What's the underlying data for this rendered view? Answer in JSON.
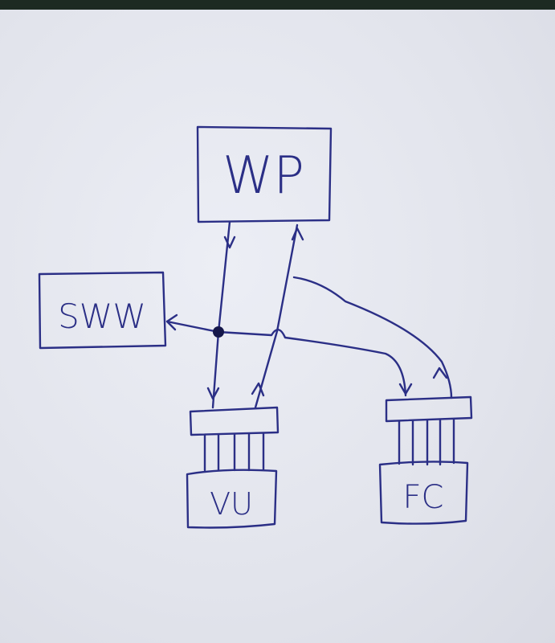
{
  "diagram": {
    "nodes": {
      "wp": {
        "label": "WP"
      },
      "sww": {
        "label": "SWW"
      },
      "vu": {
        "label": "VU"
      },
      "fc": {
        "label": "FC"
      }
    },
    "ink_color": "#2b2f86",
    "edges": [
      {
        "from": "WP",
        "to": "VU",
        "direction": "down"
      },
      {
        "from": "VU",
        "to": "WP",
        "direction": "up"
      },
      {
        "from": "junction",
        "to": "SWW",
        "direction": "left"
      },
      {
        "from": "junction",
        "to": "FC",
        "direction": "down"
      },
      {
        "from": "FC",
        "to": "WP",
        "direction": "up"
      }
    ]
  }
}
